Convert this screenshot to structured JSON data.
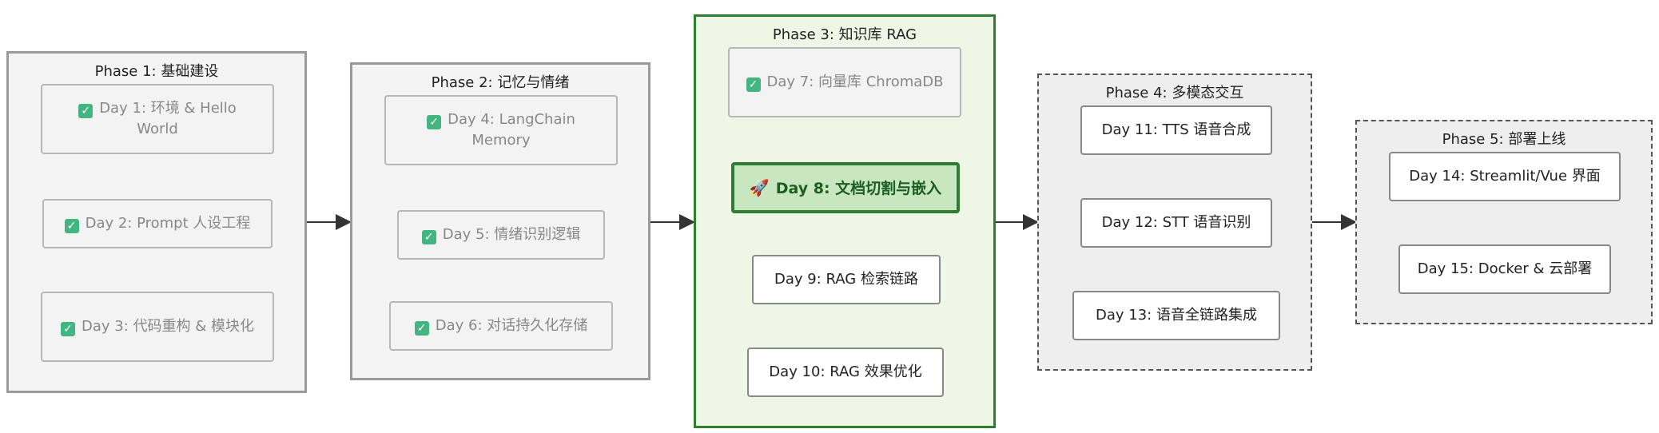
{
  "phases": [
    {
      "title": "Phase 1: 基础建设",
      "nodes": [
        "Day 1: 环境 & Hello World",
        "Day 2: Prompt 人设工程",
        "Day 3: 代码重构 & 模块化"
      ]
    },
    {
      "title": "Phase 2: 记忆与情绪",
      "nodes": [
        "Day 4: LangChain Memory",
        "Day 5: 情绪识别逻辑",
        "Day 6: 对话持久化存储"
      ]
    },
    {
      "title": "Phase 3: 知识库 RAG",
      "nodes": [
        "Day 7: 向量库 ChromaDB",
        "Day 8: 文档切割与嵌入",
        "Day 9: RAG 检索链路",
        "Day 10: RAG 效果优化"
      ]
    },
    {
      "title": "Phase 4: 多模态交互",
      "nodes": [
        "Day 11: TTS 语音合成",
        "Day 12: STT 语音识别",
        "Day 13: 语音全链路集成"
      ]
    },
    {
      "title": "Phase 5: 部署上线",
      "nodes": [
        "Day 14: Streamlit/Vue 界面",
        "Day 15: Docker & 云部署"
      ]
    }
  ],
  "icons": {
    "done": "check-mark-icon",
    "current": "rocket-icon"
  },
  "colors": {
    "done_check": "#43b581",
    "active_border": "#2e7d32",
    "active_fill": "#c8e6c0"
  }
}
